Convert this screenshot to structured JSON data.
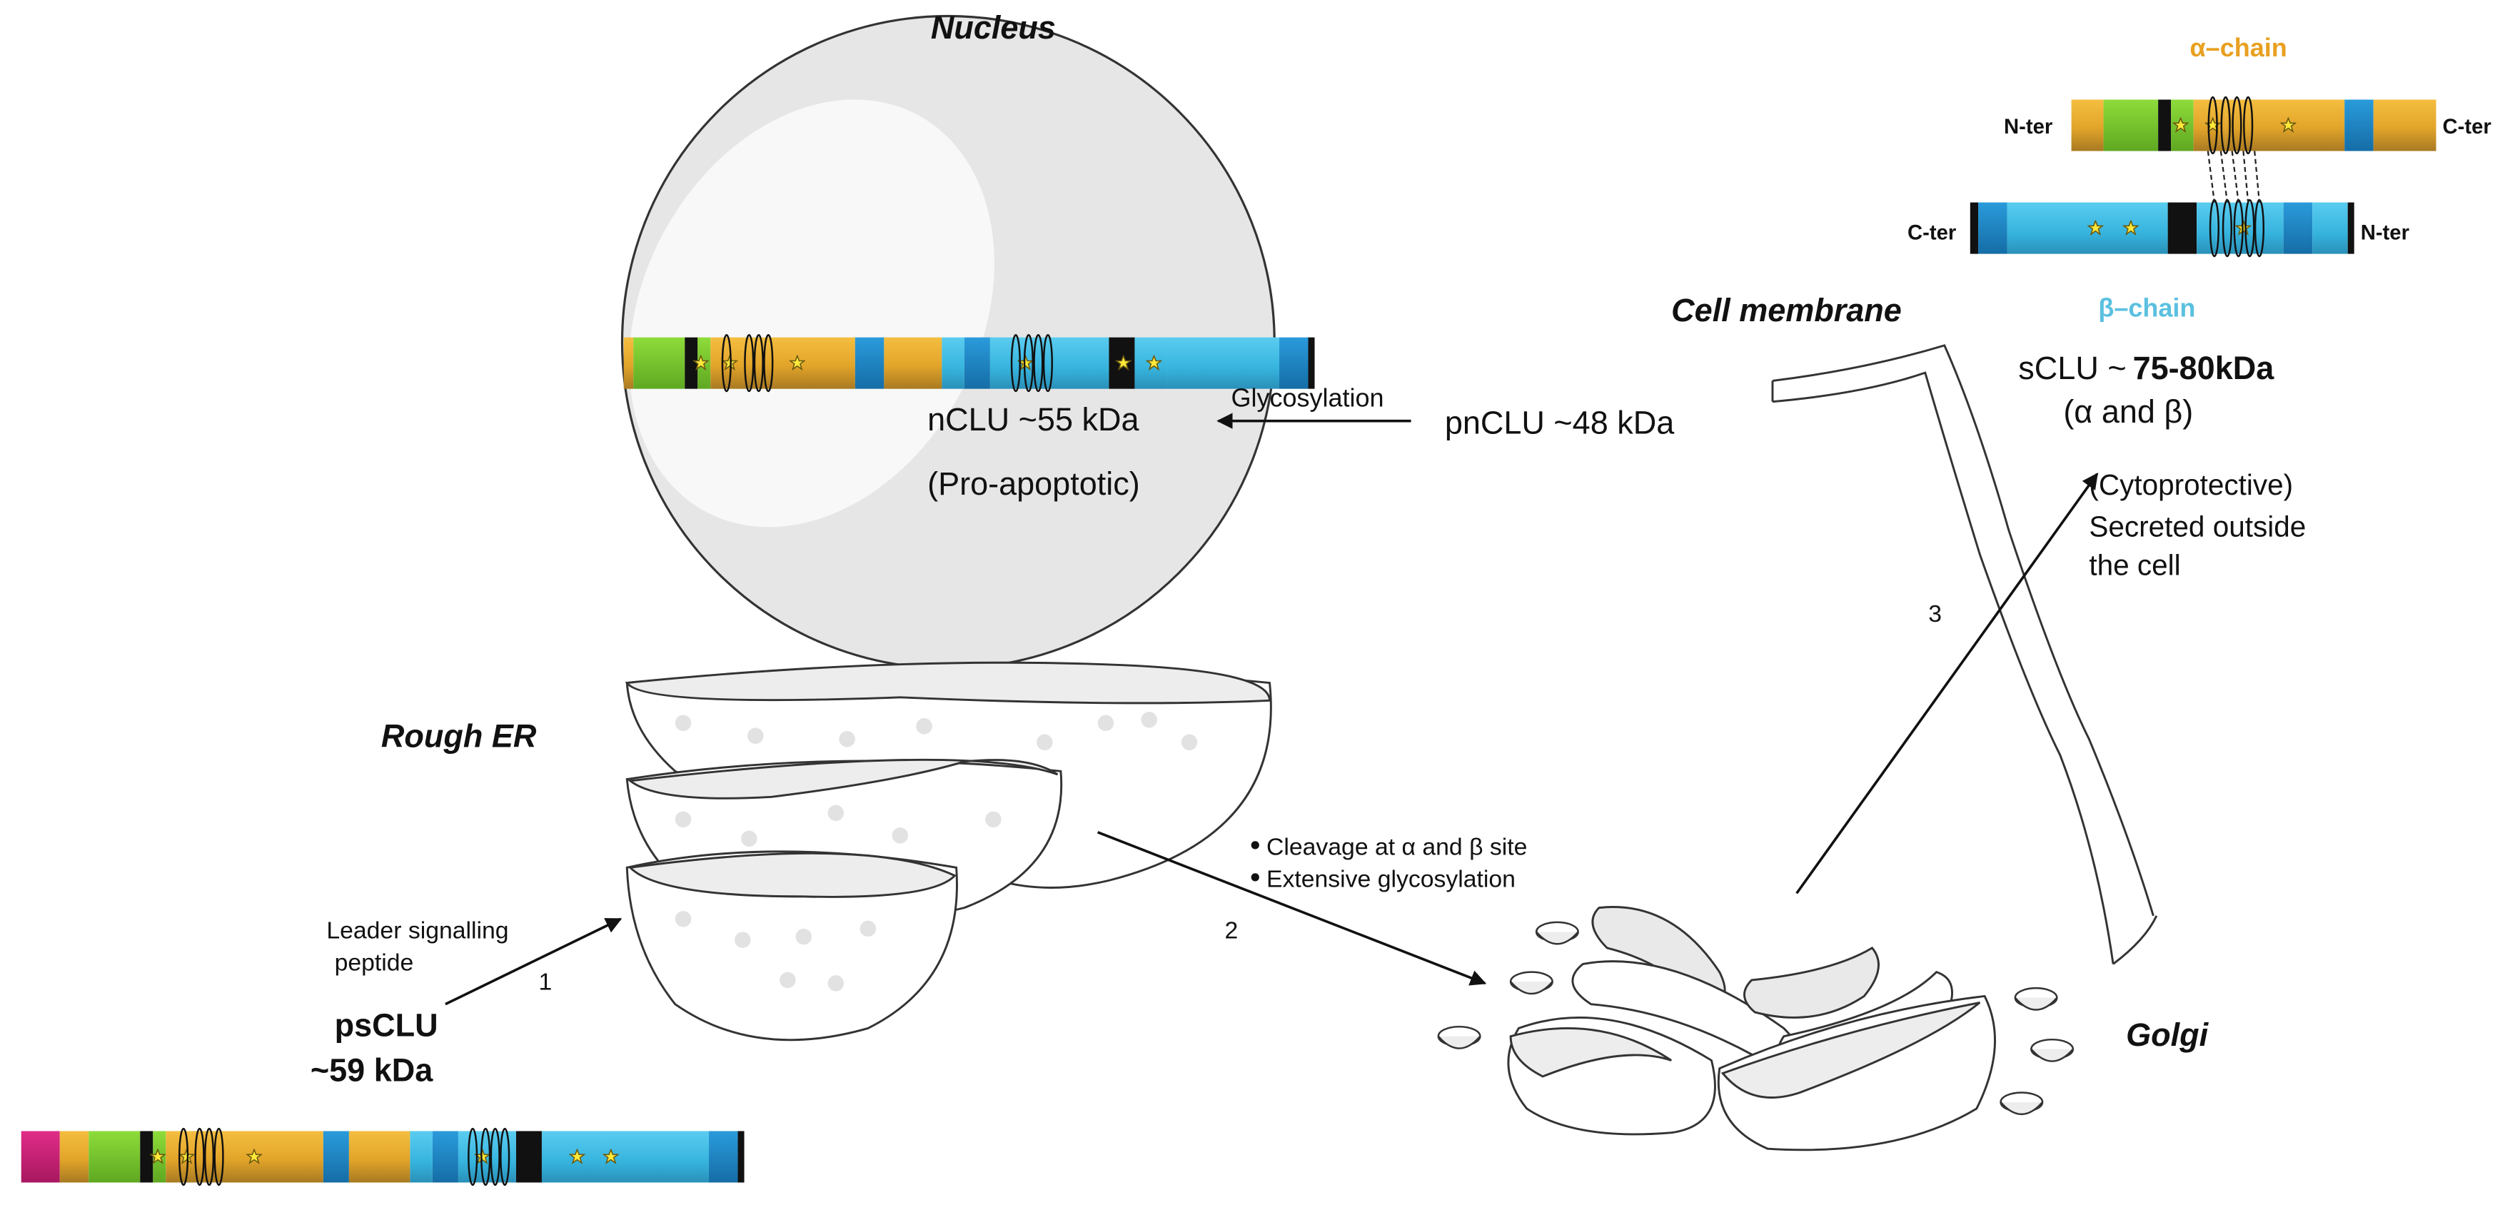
{
  "labels": {
    "nucleus": "Nucleus",
    "rough_er": "Rough ER",
    "cell_membrane": "Cell membrane",
    "golgi": "Golgi"
  },
  "forms": {
    "nclu": "nCLU ~55 kDa",
    "nclu_role": "(Pro-apoptotic)",
    "pnclu": "pnCLU ~48 kDa",
    "glycosylation": "Glycosylation",
    "sclu_prefix": "sCLU ~",
    "sclu_size": "75-80kDa",
    "sclu_chains": "(α and β)",
    "sclu_role": "(Cytoprotective)",
    "sclu_secreted_1": "Secreted outside",
    "sclu_secreted_2": "the cell",
    "psclu": "psCLU",
    "psclu_size": "~59 kDa",
    "leader_1": "Leader signalling",
    "leader_2": "peptide"
  },
  "steps": {
    "step1": "1",
    "step2": "2",
    "step3": "3",
    "cleavage": "Cleavage at α and β site",
    "glyco": "Extensive glycosylation"
  },
  "chains": {
    "alpha": "α–chain",
    "beta": "β–chain",
    "alpha_left": "N-ter",
    "alpha_right": "C-ter",
    "beta_left": "C-ter",
    "beta_right": "N-ter"
  },
  "colors": {
    "gold": "#E0A828",
    "green": "#7DCB2E",
    "cyan": "#3CB8E0",
    "blue": "#1E88C8",
    "magenta": "#D0207A",
    "black": "#111111",
    "alpha_label": "#E8A020",
    "beta_label": "#5BC0E0",
    "organelle": "#EDEDED"
  }
}
